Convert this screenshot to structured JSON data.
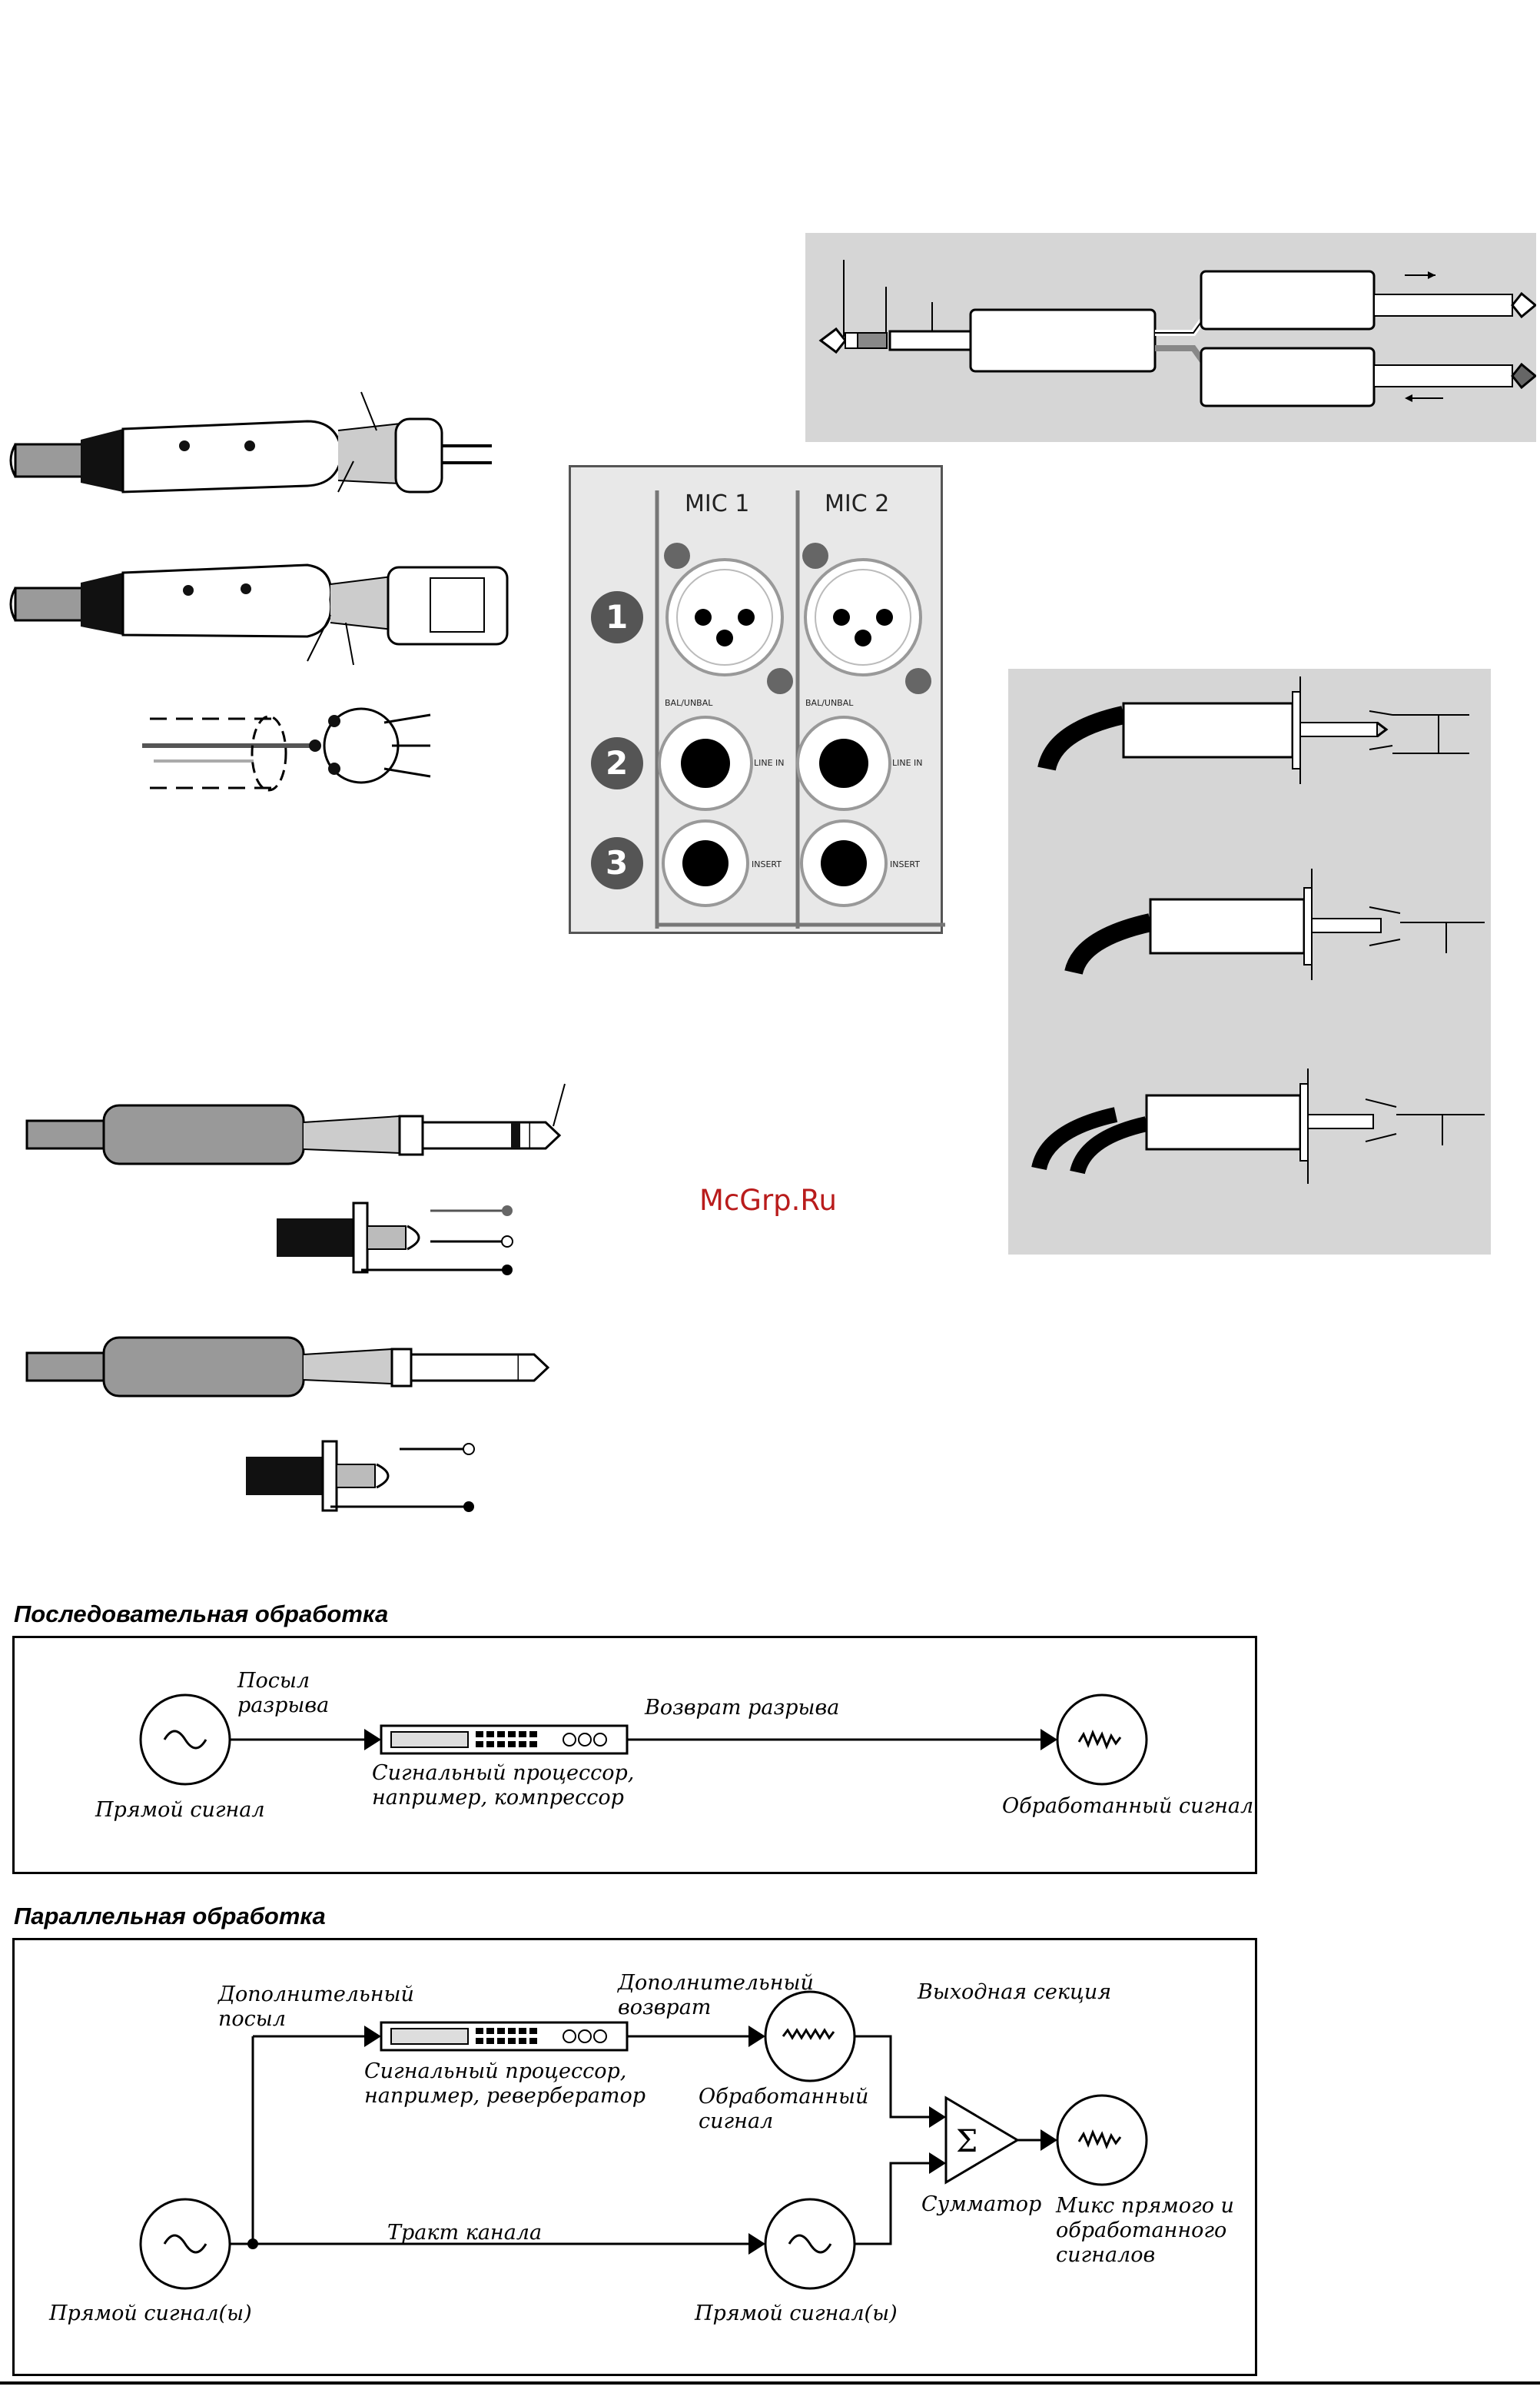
{
  "watermark": "McGrp.Ru",
  "mixer_panel": {
    "channels": [
      "MIC 1",
      "MIC 2"
    ],
    "row_numbers": [
      "1",
      "2",
      "3"
    ],
    "labels": {
      "bal_unbal": "BAL/UNBAL",
      "line_in": "LINE IN",
      "insert": "INSERT"
    }
  },
  "serial": {
    "heading": "Последовательная обработка",
    "send": "Посыл разрыва",
    "return": "Возврат разрыва",
    "processor": "Сигнальный процессор, например, компрессор",
    "direct": "Прямой сигнал",
    "processed": "Обработанный сигнал"
  },
  "parallel": {
    "heading": "Параллельная обработка",
    "aux_send": "Дополнительный посыл",
    "aux_return": "Дополнительный возврат",
    "output_section": "Выходная секция",
    "processor": "Сигнальный процессор, например, ревербератор",
    "processed": "Обработанный сигнал",
    "summer": "Сумматор",
    "mix": "Микс прямого и обработанного сигналов",
    "channel_path": "Тракт канала",
    "direct_left": "Прямой сигнал(ы)",
    "direct_right": "Прямой сигнал(ы)"
  }
}
